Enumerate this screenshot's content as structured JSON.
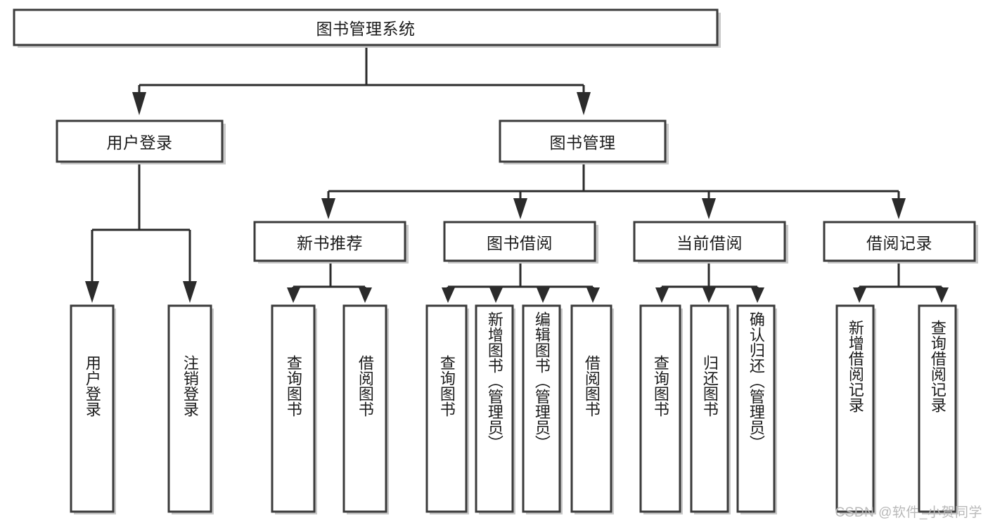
{
  "diagram": {
    "type": "tree-hierarchy-chart",
    "title": "图书管理系统",
    "watermark": "CSDN @软件_小贺同学",
    "colors": {
      "background": "#ffffff",
      "box_stroke": "#3b3b3b",
      "box_fill": "#ffffff",
      "connector": "#2b2b2b",
      "shadow": "#c9c9c9",
      "text": "#1b1b1b",
      "watermark": "#b9b9b9"
    },
    "levels": {
      "root": {
        "label": "图书管理系统"
      },
      "level2": [
        {
          "label": "用户登录"
        },
        {
          "label": "图书管理"
        }
      ],
      "level3": [
        {
          "label": "新书推荐"
        },
        {
          "label": "图书借阅"
        },
        {
          "label": "当前借阅"
        },
        {
          "label": "借阅记录"
        }
      ],
      "leaves": [
        {
          "label": "用户登录",
          "parent": "用户登录"
        },
        {
          "label": "注销登录",
          "parent": "用户登录"
        },
        {
          "label": "查询图书",
          "parent": "新书推荐"
        },
        {
          "label": "借阅图书",
          "parent": "新书推荐"
        },
        {
          "label": "查询图书",
          "parent": "图书借阅"
        },
        {
          "label": "新增图书（管理员）",
          "parent": "图书借阅"
        },
        {
          "label": "编辑图书（管理员）",
          "parent": "图书借阅"
        },
        {
          "label": "借阅图书",
          "parent": "图书借阅"
        },
        {
          "label": "查询图书",
          "parent": "当前借阅"
        },
        {
          "label": "归还图书",
          "parent": "当前借阅"
        },
        {
          "label": "确认归还（管理员）",
          "parent": "当前借阅"
        },
        {
          "label": "新增借阅记录",
          "parent": "借阅记录"
        },
        {
          "label": "查询借阅记录",
          "parent": "借阅记录"
        }
      ]
    }
  }
}
